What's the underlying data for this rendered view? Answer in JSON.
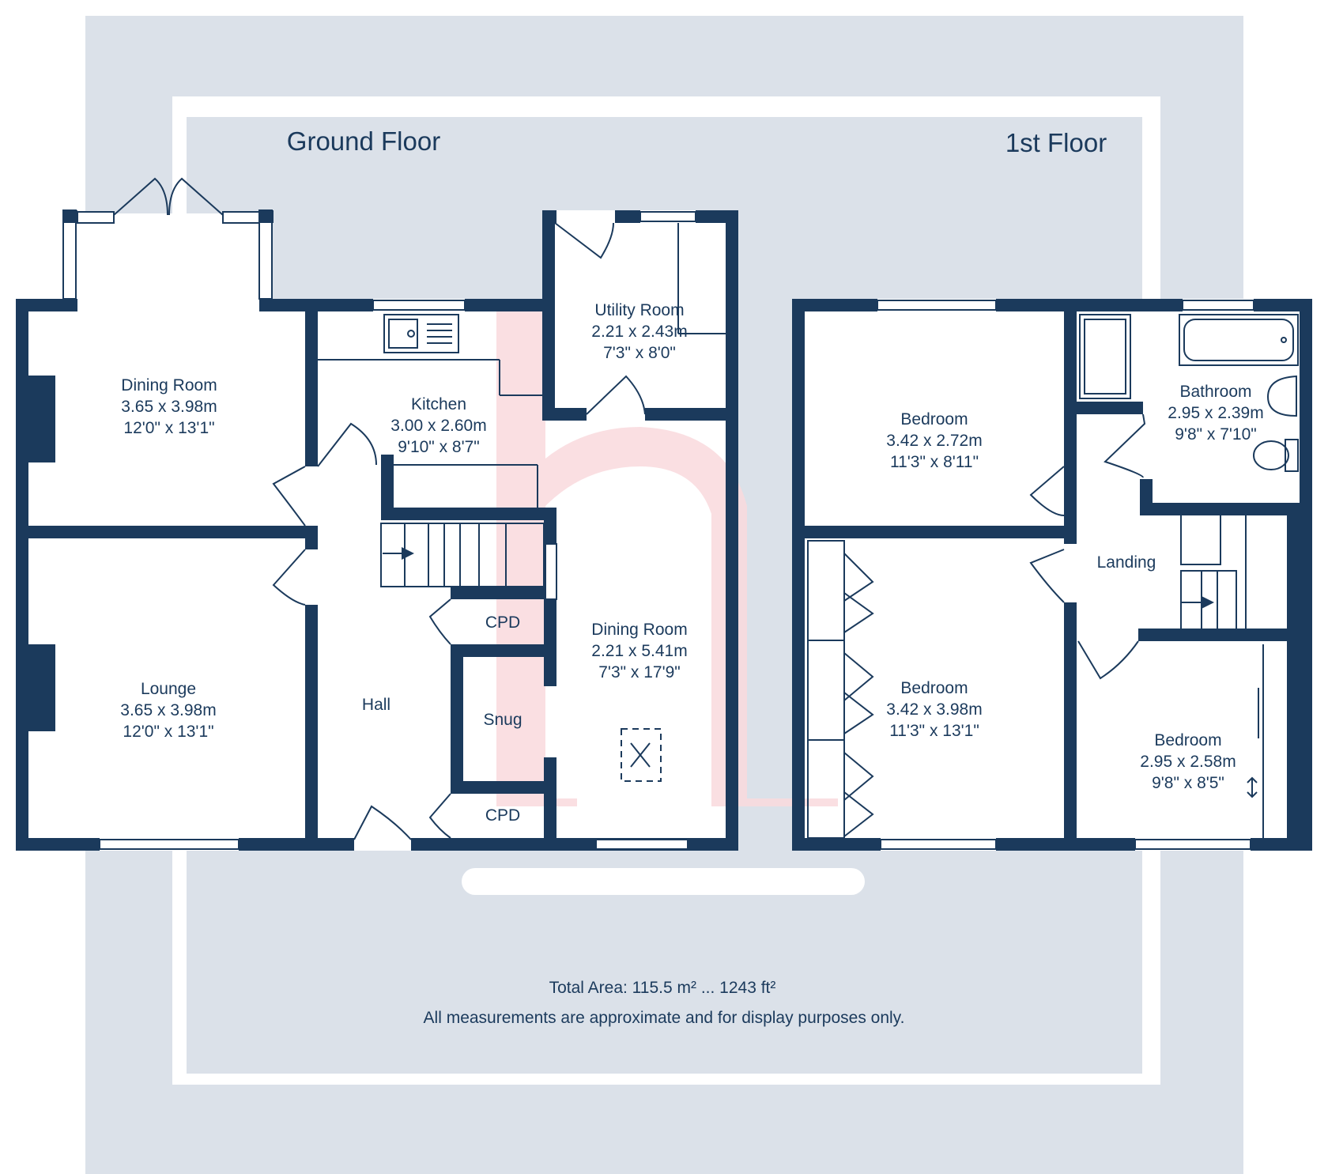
{
  "floors": {
    "ground": {
      "title": "Ground Floor"
    },
    "first": {
      "title": "1st Floor"
    }
  },
  "rooms": {
    "dining_room_1": {
      "name": "Dining Room",
      "metric": "3.65 x 3.98m",
      "imperial": "12'0\" x 13'1\""
    },
    "lounge": {
      "name": "Lounge",
      "metric": "3.65 x 3.98m",
      "imperial": "12'0\" x 13'1\""
    },
    "kitchen": {
      "name": "Kitchen",
      "metric": "3.00 x 2.60m",
      "imperial": "9'10\" x 8'7\""
    },
    "utility": {
      "name": "Utility Room",
      "metric": "2.21 x 2.43m",
      "imperial": "7'3\" x 8'0\""
    },
    "dining_room_2": {
      "name": "Dining Room",
      "metric": "2.21 x 5.41m",
      "imperial": "7'3\" x 17'9\""
    },
    "hall": {
      "name": "Hall"
    },
    "cpd_upper": {
      "name": "CPD"
    },
    "cpd_lower": {
      "name": "CPD"
    },
    "snug": {
      "name": "Snug"
    },
    "bedroom_1": {
      "name": "Bedroom",
      "metric": "3.42 x 2.72m",
      "imperial": "11'3\" x 8'11\""
    },
    "bedroom_2": {
      "name": "Bedroom",
      "metric": "3.42 x 3.98m",
      "imperial": "11'3\" x 13'1\""
    },
    "bedroom_3": {
      "name": "Bedroom",
      "metric": "2.95 x 2.58m",
      "imperial": "9'8\" x 8'5\""
    },
    "bathroom": {
      "name": "Bathroom",
      "metric": "2.95 x 2.39m",
      "imperial": "9'8\" x 7'10\""
    },
    "landing": {
      "name": "Landing"
    }
  },
  "footer": {
    "total_area": "Total Area: 115.5 m² ... 1243 ft²",
    "disclaimer": "All measurements are approximate and for display purposes only."
  },
  "colors": {
    "wall": "#1b3a5c",
    "floor_fill": "#ffffff",
    "background": "#dbe1e9",
    "frame": "#ffffff",
    "watermark": "#f9d9dd"
  },
  "icons": {
    "watermark": "letter-h-logo-watermark",
    "stairs_arrow": "arrow-right-icon"
  }
}
